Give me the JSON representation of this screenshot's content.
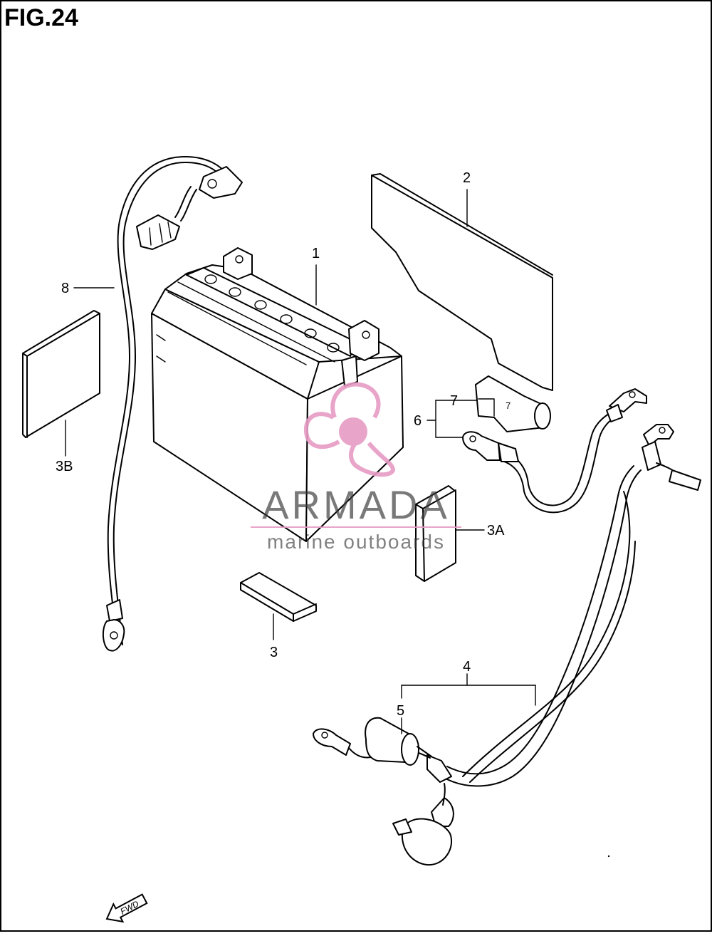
{
  "figure": {
    "title": "FIG.24"
  },
  "callouts": {
    "battery": "1",
    "plate": "2",
    "pad": "3",
    "pad_a": "3A",
    "pad_b": "3B",
    "cable_negative": "4",
    "cap": "5",
    "cable_positive": "6",
    "cover": "7",
    "vent_harness": "8"
  },
  "watermark": {
    "brand": "ARMADA",
    "tagline": "marine outboards",
    "color": "#e79bc4"
  },
  "direction": {
    "label": "FWD"
  }
}
